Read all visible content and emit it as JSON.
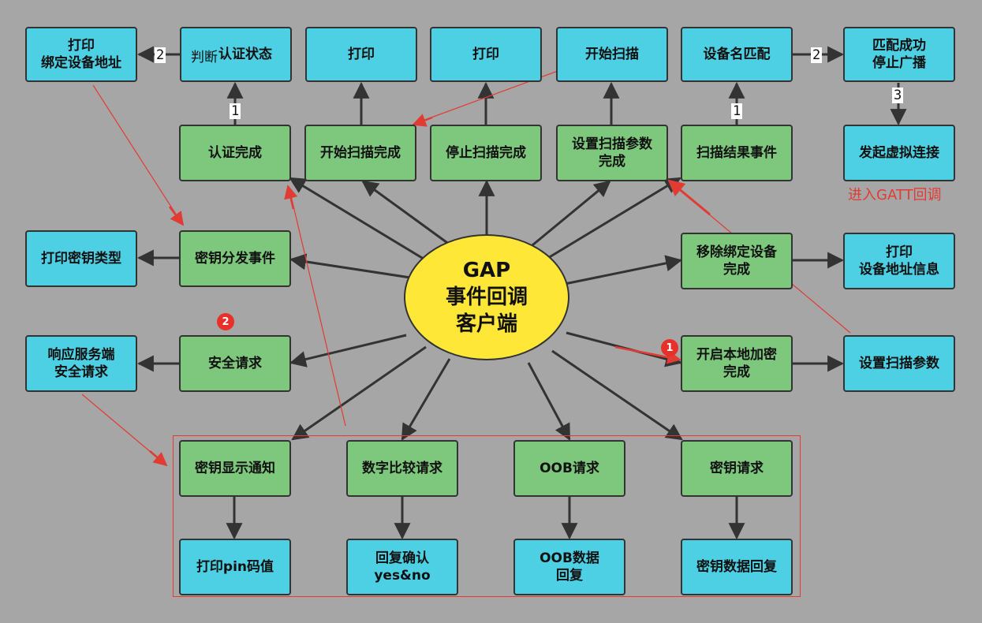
{
  "title": "GAP\n事件回调\n客户端",
  "nodes": {
    "print_bind_addr": "打印\n绑定设备地址",
    "auth_state": "认证状态",
    "print_1": "打印",
    "print_2": "打印",
    "start_scan": "开始扫描",
    "dev_name_match": "设备名匹配",
    "match_success": "匹配成功\n停止广播",
    "auth_complete": "认证完成",
    "start_scan_complete": "开始扫描完成",
    "stop_scan_complete": "停止扫描完成",
    "set_scan_param_complete": "设置扫描参数\n完成",
    "scan_result_event": "扫描结果事件",
    "virtual_connect": "发起虚拟连接",
    "print_key_type": "打印密钥类型",
    "key_dist_event": "密钥分发事件",
    "remove_bond_complete": "移除绑定设备\n完成",
    "print_dev_addr_info": "打印\n设备地址信息",
    "respond_security": "响应服务端\n安全请求",
    "security_request": "安全请求",
    "local_encrypt_complete": "开启本地加密\n完成",
    "set_scan_param": "设置扫描参数",
    "passkey_notify": "密钥显示通知",
    "numeric_compare": "数字比较请求",
    "oob_request": "OOB请求",
    "passkey_request": "密钥请求",
    "print_pin": "打印pin码值",
    "reply_confirm": "回复确认\nyes&no",
    "oob_data_reply": "OOB数据\n回复",
    "passkey_reply": "密钥数据回复"
  },
  "edge_labels": {
    "auth_to_print": "2",
    "auth_complete_to_state": "1",
    "scan_result_to_match": "1",
    "match_to_success": "2",
    "success_to_connect": "3"
  },
  "annotations": {
    "judge": "判断",
    "enter_gatt": "进入GATT回调",
    "badge_1": "1",
    "badge_2": "2"
  },
  "colors": {
    "background": "#a6a6a6",
    "blue_node": "#4dd0e3",
    "green_node": "#7ec87d",
    "center": "#ffe737",
    "annotation_red": "#e23b33"
  }
}
